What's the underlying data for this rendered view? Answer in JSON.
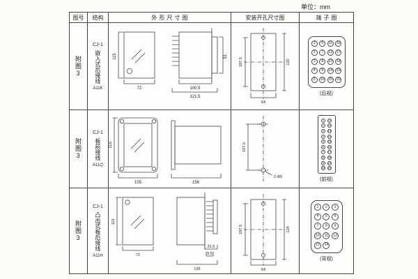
{
  "unit_label": "单位：mm",
  "table": {
    "headers": {
      "fig": "图号",
      "structure": "结构",
      "outline": "外形尺寸图",
      "install": "安装开孔尺寸图",
      "terminal": "端子图"
    },
    "rows": [
      {
        "fig": "附图3",
        "model": "CJ-1",
        "structure": "嵌入式后接线",
        "code": "A11K",
        "outline_dims": {
          "height": "115",
          "width": "72",
          "d1": "100.5",
          "d2": "121.5",
          "d3": "51"
        },
        "install_dims": {
          "left": "107.5",
          "right": "120",
          "bottom": "64"
        },
        "terminals": [
          "1",
          "2",
          "3",
          "4",
          "5",
          "6",
          "7",
          "8",
          "9",
          "10",
          "11",
          "12",
          "13",
          "14",
          "15",
          "16",
          "17",
          "18",
          "19",
          "20"
        ],
        "terminal_caption": "(后视)"
      },
      {
        "fig": "附图3",
        "model": "CJ-1",
        "structure": "板前接线",
        "code": "A11Q",
        "outline_dims": {
          "height": "115",
          "width": "105",
          "length": "156"
        },
        "install_dims": {
          "spacing": "107.5",
          "holes": "2-Φ5"
        },
        "terminals": [
          "1",
          "2",
          "3",
          "4",
          "5",
          "6",
          "7",
          "8",
          "9",
          "10",
          "11",
          "12",
          "13",
          "14",
          "15",
          "16",
          "17",
          "18",
          "19",
          "20"
        ],
        "terminal_caption": "(前视)"
      },
      {
        "fig": "附图3",
        "model": "CJ-1",
        "structure": "凸出式板后接线",
        "code": "A11H",
        "outline_dims": {
          "height": "115",
          "width": "72",
          "d1": "31.5",
          "d2": "9.5",
          "d3": "126"
        },
        "install_dims": {
          "left": "107.5",
          "right": "124",
          "bottom": "64"
        },
        "terminals": [
          "1",
          "2",
          "3",
          "4",
          "5",
          "6",
          "7",
          "8",
          "9",
          "10",
          "11",
          "12",
          "13",
          "14"
        ],
        "terminal_caption": "(背视)"
      }
    ]
  }
}
